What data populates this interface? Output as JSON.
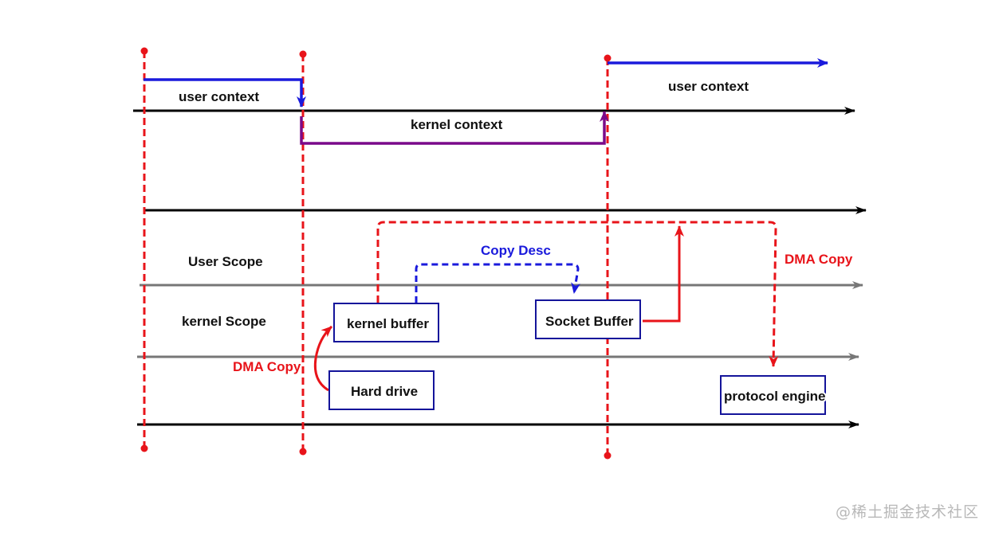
{
  "colors": {
    "timeline": "#000000",
    "scope_line": "#777777",
    "boundary": "#e8141a",
    "user_context": "#1a1adc",
    "kernel_context": "#7a0a8a",
    "box_border": "#14149a",
    "dma": "#e8141a",
    "copy_desc": "#1a1adc"
  },
  "context_labels": {
    "user_context_1": "user context",
    "kernel_context": "kernel context",
    "user_context_2": "user context"
  },
  "scope_labels": {
    "user_scope": "User Scope",
    "kernel_scope": "kernel Scope"
  },
  "boxes": {
    "kernel_buffer": "kernel buffer",
    "hard_drive": "Hard drive",
    "socket_buffer": "Socket Buffer",
    "protocol_engine": "protocol engine"
  },
  "arrows": {
    "dma_copy_1": "DMA Copy",
    "copy_desc": "Copy Desc",
    "dma_copy_2": "DMA Copy"
  },
  "watermark": "@稀土掘金技术社区"
}
